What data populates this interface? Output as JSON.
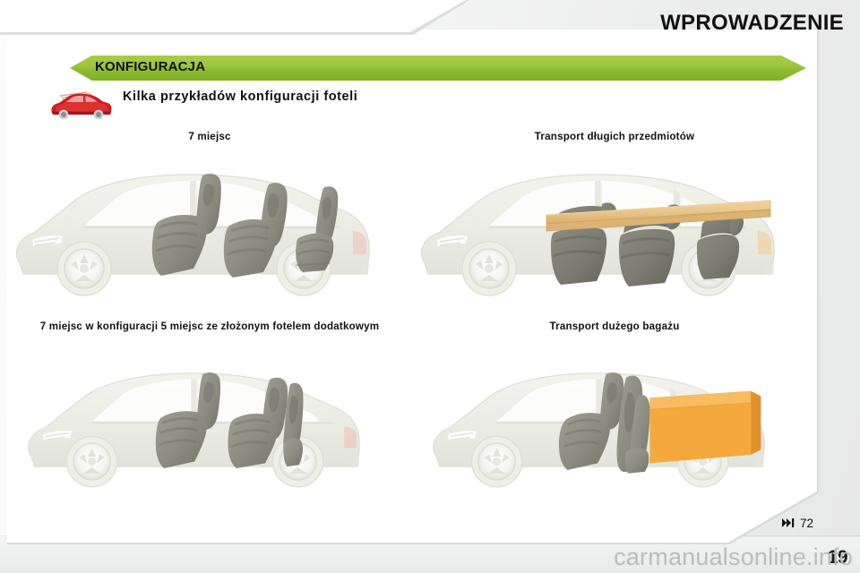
{
  "header": {
    "section_title": "WPROWADZENIE"
  },
  "banner": {
    "label": "KONFIGURACJA",
    "color": "#9cc63f"
  },
  "heading": {
    "icon": "red-car-with-roof-load-icon",
    "text": "Kilka przykładów konfiguracji foteli"
  },
  "panels": [
    {
      "id": "seven-seats",
      "caption": "7 miejsc",
      "illustration": "minivan-side-view-with-three-seat-rows"
    },
    {
      "id": "long-objects",
      "caption": "Transport długich przedmiotów",
      "illustration": "minivan-side-view-carrying-long-wooden-planks"
    },
    {
      "id": "five-seats-folded-extra-seat",
      "caption": "7 miejsc w konfiguracji 5 miejsc ze złożonym fotelem dodatkowym",
      "illustration": "minivan-side-view-with-folded-third-row-seat"
    },
    {
      "id": "large-luggage",
      "caption": "Transport dużego bagażu",
      "illustration": "minivan-side-view-with-large-orange-cargo-box"
    }
  ],
  "reference": {
    "icon": "fast-forward-to-end-icon",
    "glyph": "▸▸|",
    "page": "72"
  },
  "footer": {
    "page_number": "19",
    "watermark": "carmanualsonline.info"
  },
  "colors": {
    "banner_green_light": "#a9cc48",
    "banner_green_dark": "#7cb124",
    "cargo_orange": "#f5a93c",
    "plank_tan": "#e8c58a",
    "car_body": "#ecedE6",
    "seat_gray": "#8e8e84",
    "icon_red": "#cf2026"
  }
}
